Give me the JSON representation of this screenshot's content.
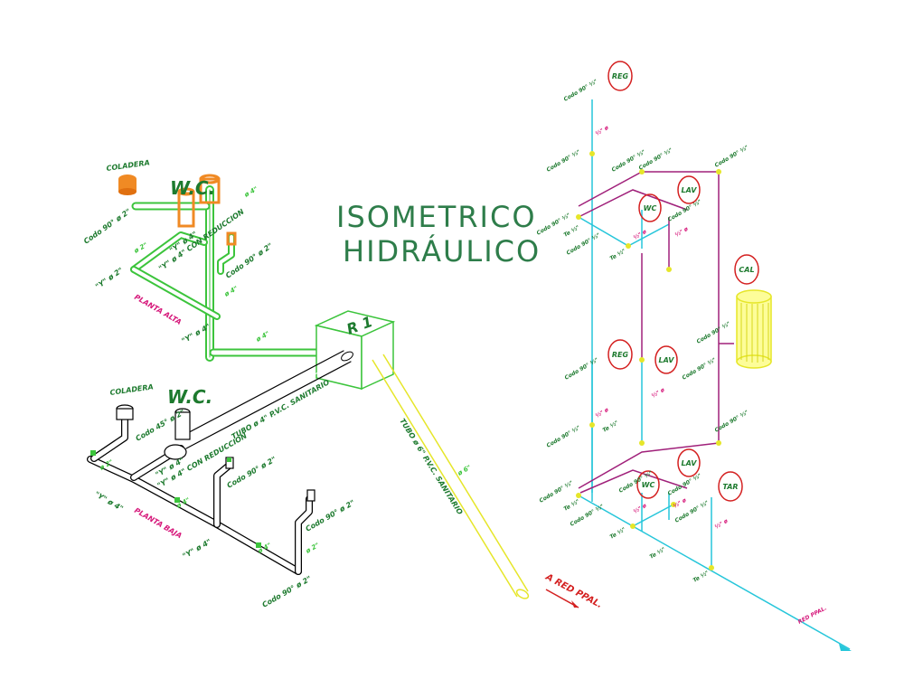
{
  "title": {
    "line1": "ISOMETRICO",
    "line2": "HIDRÁULICO"
  },
  "colors": {
    "green": "#3cc43c",
    "yellow": "#e6e629",
    "orange": "#f08a24",
    "cyan": "#26c6da",
    "magenta": "#d6177a",
    "purple": "#a0207a",
    "red": "#d42020",
    "dark_green": "#1d7a2e",
    "dark_text": "#2e7d4a"
  },
  "left_upper": {
    "wc": "W.C.",
    "coladera": "COLADERA",
    "lbl_codo_a": "Codo 90° ø 2\"",
    "lbl_tee_a": "\"Y\" ø 2\"",
    "lbl_tee_b": "\"Y\" ø 4\"",
    "lbl_reduc": "\"Y\" ø 4\" CON REDUCCION",
    "lbl_codo_b": "Codo 90° ø 2\"",
    "lbl_floor": "PLANTA ALTA",
    "lbl_tee_c": "\"Y\" ø 4\"",
    "pipe_tag_1": "ø 4\"",
    "pipe_tag_2": "ø 2\"",
    "pipe_tag_3": "ø 4\"",
    "pipe_tag_4": "ø 4\""
  },
  "left_lower": {
    "wc": "W.C.",
    "coladera": "COLADERA",
    "lbl_codo_a": "Codo 45° ø 2\"",
    "lbl_tee_a": "\"Y\" ø 4\"",
    "lbl_reduc": "\"Y\" ø 4\" CON REDUCCION",
    "lbl_codo_b": "Codo 90° ø 2\"",
    "lbl_codo_c": "Codo 90° ø 2\"",
    "lbl_codo_d": "Codo 90° ø 2\"",
    "lbl_floor": "PLANTA BAJA",
    "lbl_tee_c": "\"Y\" ø 4\"",
    "lbl_main_pipe": "TUBO ø 4\" P.V.C. SANITARIO",
    "pipe_tag_1": "ø 2\"",
    "pipe_tag_2": "ø 4\"",
    "pipe_tag_3": "ø 4\"",
    "pipe_tag_4": "ø 2\""
  },
  "register": {
    "label": "R 1",
    "outlet_label": "TUBO ø 6\" P.V.C. SANITARIO",
    "outlet_tag": "ø 6\""
  },
  "main_outlet": "A RED PPAL.",
  "right": {
    "fixtures": {
      "reg_top": "REG",
      "wc_top": "WC",
      "lav_top": "LAV",
      "cal": "CAL",
      "reg_mid": "REG",
      "lav_mid": "LAV",
      "wc_bot": "WC",
      "lav_bot": "LAV",
      "tar": "TAR"
    },
    "labels": {
      "codo_a": "Codo 90° ½\"",
      "codo_b": "Codo 90° ½\"",
      "codo_c": "Codo 90° ½\"",
      "codo_d": "Codo 90° ½\"",
      "codo_e": "Codo 90° ½\"",
      "tee_a": "Te ½\"",
      "tee_b": "Te ½\"",
      "pipe_a": "½\" ø",
      "pipe_b": "½\" ø",
      "pipe_c": "½\" ø",
      "codo_f": "Codo 90° ½\"",
      "codo_g": "Codo 90° ½\"",
      "codo_h": "Codo 90° ½\"",
      "codo_i": "Codo 90° ½\"",
      "codo_j": "Codo 90° ½\"",
      "codo_k": "Codo 90° ½\"",
      "tee_c": "Te ½\"",
      "tee_d": "Te ½\"",
      "tee_e": "Te ½\"",
      "pipe_d": "½\" ø",
      "pipe_e": "½\" ø",
      "pipe_f": "½\" ø",
      "pipe_g": "½\" ø",
      "pipe_h": "½\" ø",
      "main_supply": "RED PPAL."
    }
  }
}
